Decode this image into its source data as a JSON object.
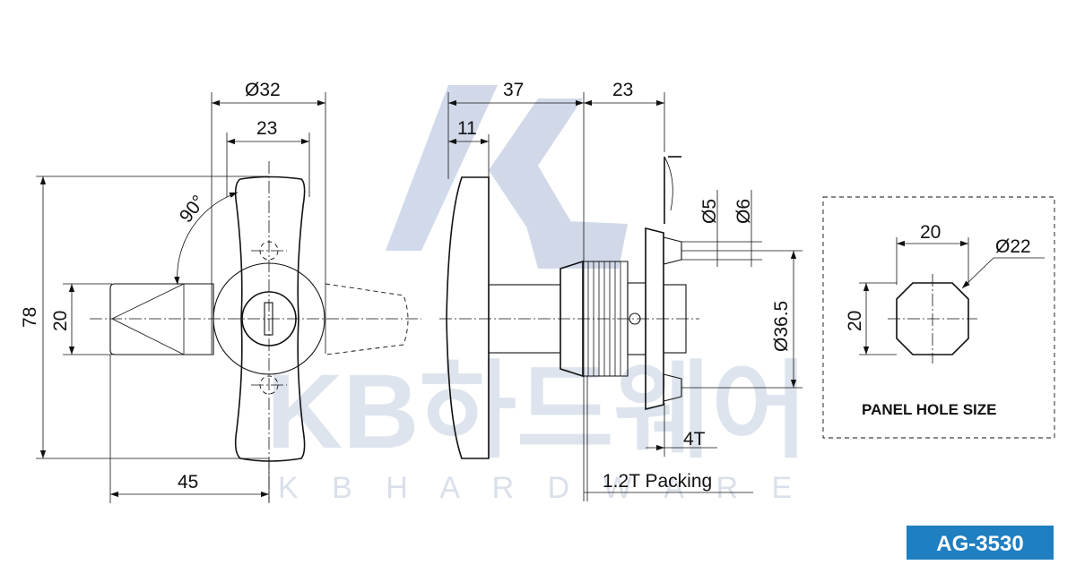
{
  "model_badge": {
    "text": "AG-3530",
    "color": "#1f7fc1"
  },
  "watermark": {
    "brand": "KB하드웨어",
    "subtitle": "K B   H A R D W A R E",
    "color": "#c9d3e6"
  },
  "front_view": {
    "dim_dia_outer": "Ø32",
    "dim_width": "23",
    "dim_angle": "90°",
    "dim_height": "78",
    "dim_cam_height": "20",
    "dim_reach": "45"
  },
  "side_view": {
    "dim_depth_total": "37",
    "dim_depth_rear": "23",
    "dim_handle_thick": "11",
    "dim_dia_small_a": "Ø5",
    "dim_dia_small_b": "Ø6",
    "dim_dia_body": "Ø36.5",
    "dim_panel_thick": "4T",
    "dim_packing": "1.2T Packing"
  },
  "panel_hole": {
    "title": "PANEL HOLE SIZE",
    "dim_width": "20",
    "dim_height": "20",
    "dim_dia": "Ø22"
  }
}
